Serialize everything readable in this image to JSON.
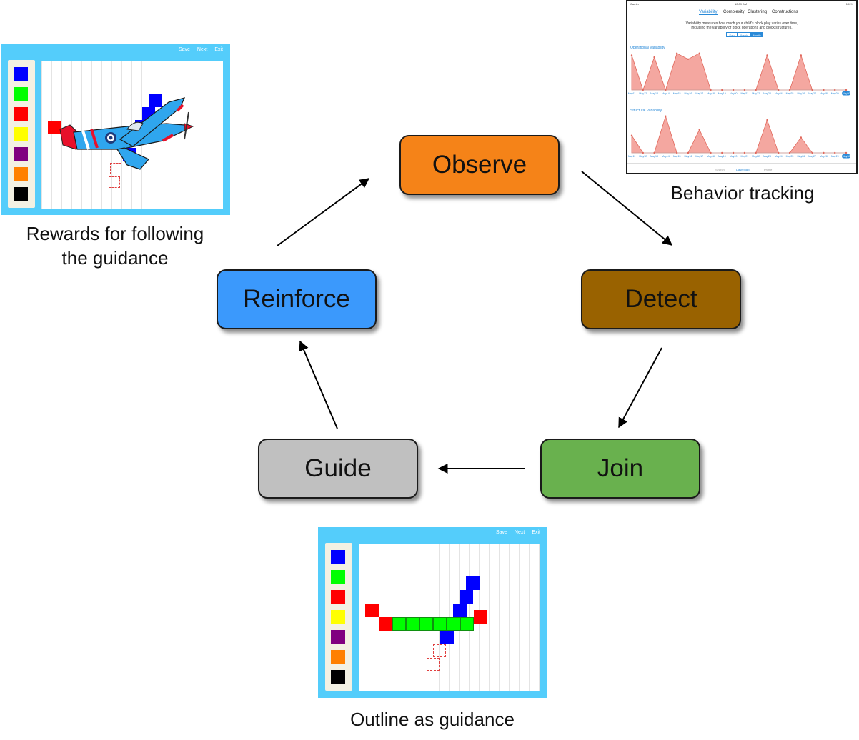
{
  "cycle": {
    "nodes": [
      {
        "id": "observe",
        "label": "Observe",
        "color": "#f58318"
      },
      {
        "id": "detect",
        "label": "Detect",
        "color": "#996200"
      },
      {
        "id": "join",
        "label": "Join",
        "color": "#69b14e"
      },
      {
        "id": "guide",
        "label": "Guide",
        "color": "#c0c0c0"
      },
      {
        "id": "reinforce",
        "label": "Reinforce",
        "color": "#3b99fc"
      }
    ],
    "edges": [
      {
        "from": "observe",
        "to": "detect"
      },
      {
        "from": "detect",
        "to": "join"
      },
      {
        "from": "join",
        "to": "guide"
      },
      {
        "from": "guide",
        "to": "reinforce"
      },
      {
        "from": "reinforce",
        "to": "observe"
      }
    ]
  },
  "captions": {
    "rewards_line1": "Rewards for following",
    "rewards_line2": "the guidance",
    "behavior": "Behavior tracking",
    "outline": "Outline as guidance"
  },
  "app": {
    "menu": {
      "save": "Save",
      "next": "Next",
      "exit": "Exit"
    },
    "palette_colors": [
      "#0000ff",
      "#00ff00",
      "#ff0000",
      "#ffff00",
      "#800080",
      "#ff8000",
      "#000000"
    ],
    "frame_color": "#54cdfb"
  },
  "dashboard": {
    "status": {
      "carrier": "Carrier",
      "time": "10:09 AM",
      "battery": "100%"
    },
    "tabs": [
      "Variability",
      "Complexity",
      "Clustering",
      "Constructions"
    ],
    "active_tab": "Variability",
    "description_line1": "Variability measures how much your child's block play varies over time,",
    "description_line2": "including the variability of block operations and block structures.",
    "ranges": [
      "Day",
      "Week",
      "Month"
    ],
    "active_range": "Month",
    "nav": [
      "Search",
      "Dashboard",
      "Profile"
    ],
    "chart_color": "#f4a7a0"
  },
  "chart_data": [
    {
      "type": "area",
      "title": "Operational Variability",
      "x": [
        "May11",
        "May12",
        "May13",
        "May14",
        "May15",
        "May16",
        "May17",
        "May18",
        "May19",
        "May20",
        "May21",
        "May22",
        "May23",
        "May24",
        "May25",
        "May26",
        "May27",
        "May28",
        "May29",
        "May30"
      ],
      "values": [
        0.9,
        0.0,
        0.85,
        0.0,
        0.95,
        0.8,
        0.95,
        0.0,
        0.0,
        0.0,
        0.0,
        0.0,
        0.9,
        0.0,
        0.0,
        0.9,
        0.0,
        0.0,
        0.0,
        0.0
      ],
      "ylim": [
        0,
        1
      ],
      "grid": false
    },
    {
      "type": "area",
      "title": "Structural Variability",
      "x": [
        "May11",
        "May12",
        "May13",
        "May14",
        "May15",
        "May16",
        "May17",
        "May18",
        "May19",
        "May20",
        "May21",
        "May22",
        "May23",
        "May24",
        "May25",
        "May26",
        "May27",
        "May28",
        "May29",
        "May30"
      ],
      "values": [
        0.45,
        0.0,
        0.0,
        0.95,
        0.0,
        0.0,
        0.6,
        0.0,
        0.0,
        0.0,
        0.0,
        0.0,
        0.85,
        0.0,
        0.0,
        0.4,
        0.0,
        0.0,
        0.0,
        0.0
      ],
      "ylim": [
        0,
        1
      ],
      "grid": false
    }
  ]
}
